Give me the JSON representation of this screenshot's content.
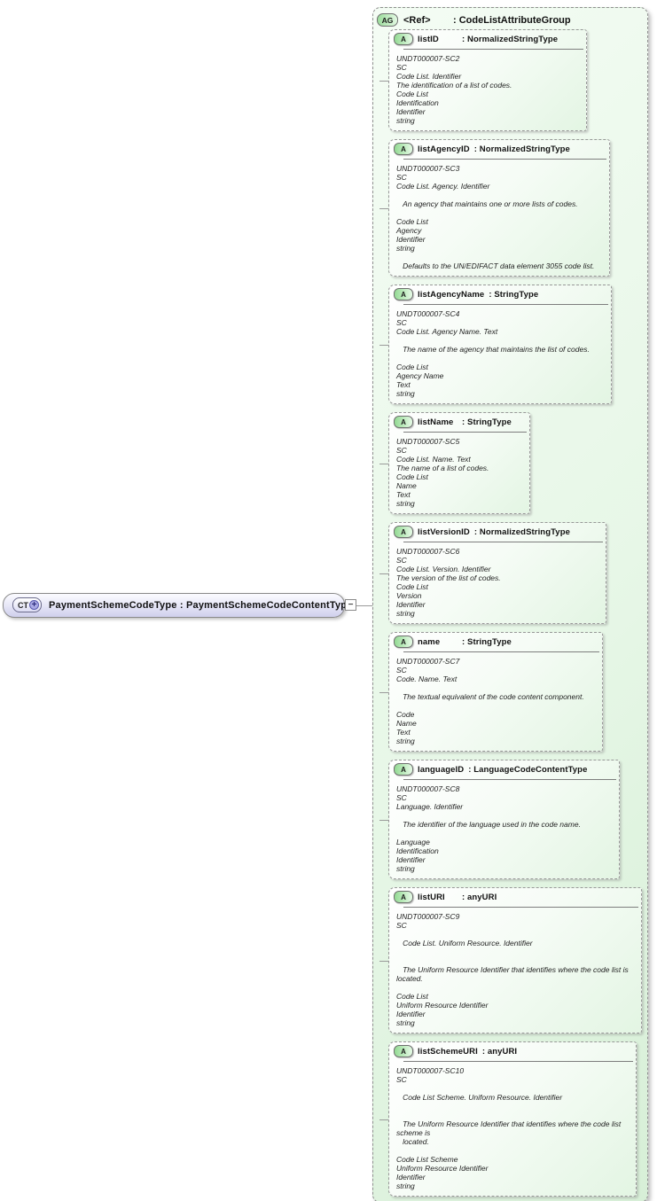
{
  "element": {
    "badge": "CT",
    "badge_plus": "+",
    "label": "PaymentSchemeCodeType : PaymentSchemeCodeContentType",
    "collapse_glyph": "−"
  },
  "group": {
    "badge": "AG",
    "name": "<Ref>",
    "type_label": ": CodeListAttributeGroup",
    "attributes": [
      {
        "badge": "A",
        "name": "listID",
        "type_label": ": NormalizedStringType",
        "desc": "UNDT000007-SC2\nSC\nCode List. Identifier\nThe identification of a list of codes.\nCode List\nIdentification\nIdentifier\nstring"
      },
      {
        "badge": "A",
        "name": "listAgencyID",
        "type_label": ": NormalizedStringType",
        "desc": "UNDT000007-SC3\nSC\nCode List. Agency. Identifier\n\n   An agency that maintains one or more lists of codes.\n\nCode List\nAgency\nIdentifier\nstring\n\n   Defaults to the UN/EDIFACT data element 3055 code list."
      },
      {
        "badge": "A",
        "name": "listAgencyName",
        "type_label": ": StringType",
        "desc": "UNDT000007-SC4\nSC\nCode List. Agency Name. Text\n\n   The name of the agency that maintains the list of codes.\n\nCode List\nAgency Name\nText\nstring"
      },
      {
        "badge": "A",
        "name": "listName",
        "type_label": ": StringType",
        "desc": "UNDT000007-SC5\nSC\nCode List. Name. Text\nThe name of a list of codes.\nCode List\nName\nText\nstring"
      },
      {
        "badge": "A",
        "name": "listVersionID",
        "type_label": ": NormalizedStringType",
        "desc": "UNDT000007-SC6\nSC\nCode List. Version. Identifier\nThe version of the list of codes.\nCode List\nVersion\nIdentifier\nstring"
      },
      {
        "badge": "A",
        "name": "name",
        "type_label": ": StringType",
        "desc": "UNDT000007-SC7\nSC\nCode. Name. Text\n\n   The textual equivalent of the code content component.\n\nCode\nName\nText\nstring"
      },
      {
        "badge": "A",
        "name": "languageID",
        "type_label": ": LanguageCodeContentType",
        "desc": "UNDT000007-SC8\nSC\nLanguage. Identifier\n\n   The identifier of the language used in the code name.\n\nLanguage\nIdentification\nIdentifier\nstring"
      },
      {
        "badge": "A",
        "name": "listURI",
        "type_label": ": anyURI",
        "desc": "UNDT000007-SC9\nSC\n\n   Code List. Uniform Resource. Identifier\n\n\n   The Uniform Resource Identifier that identifies where the code list is located.\n\nCode List\nUniform Resource Identifier\nIdentifier\nstring"
      },
      {
        "badge": "A",
        "name": "listSchemeURI",
        "type_label": ": anyURI",
        "desc": "UNDT000007-SC10\nSC\n\n   Code List Scheme. Uniform Resource. Identifier\n\n\n   The Uniform Resource Identifier that identifies where the code list scheme is\n   located.\n\nCode List Scheme\nUniform Resource Identifier\nIdentifier\nstring"
      }
    ]
  }
}
